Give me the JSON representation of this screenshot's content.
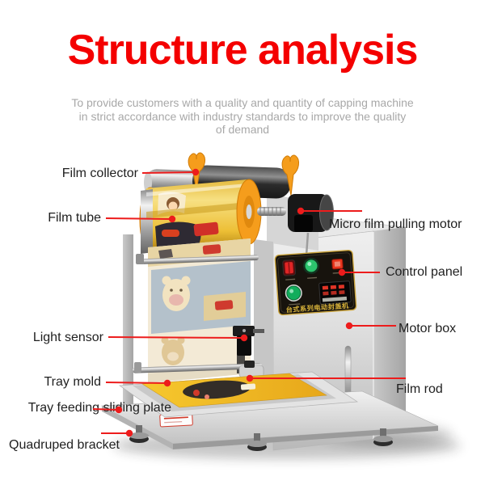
{
  "title": {
    "text": "Structure analysis",
    "color": "#f40000"
  },
  "subtitle": {
    "lines": [
      "To provide customers with a quality and quantity of capping machine",
      "in strict accordance with industry standards to improve the quality",
      "of demand"
    ],
    "color": "#a8a8a8"
  },
  "callouts": [
    {
      "id": "film-collector",
      "text": "Film collector",
      "side": "left"
    },
    {
      "id": "film-tube",
      "text": "Film tube",
      "side": "left"
    },
    {
      "id": "micro-film-pulling-motor",
      "text": "Micro film pulling motor",
      "side": "right"
    },
    {
      "id": "control-panel",
      "text": "Control panel",
      "side": "right"
    },
    {
      "id": "motor-box",
      "text": "Motor box",
      "side": "right"
    },
    {
      "id": "light-sensor",
      "text": "Light sensor",
      "side": "left"
    },
    {
      "id": "tray-mold",
      "text": "Tray mold",
      "side": "left"
    },
    {
      "id": "film-rod",
      "text": "Film rod",
      "side": "right"
    },
    {
      "id": "tray-feeding-sliding-plate",
      "text": "Tray feeding sliding plate",
      "side": "left"
    },
    {
      "id": "quadruped-bracket",
      "text": "Quadruped bracket",
      "side": "left"
    }
  ],
  "machine": {
    "panel_label": "台式系列电动封盖机",
    "colors": {
      "callout_line": "#ed1c1c",
      "film_roll_yellow": "#f2c43d",
      "flange_orange": "#f59d1c",
      "steel": "#d9d9d9",
      "panel_black": "#17130d",
      "panel_gold": "#c9a23a"
    }
  }
}
